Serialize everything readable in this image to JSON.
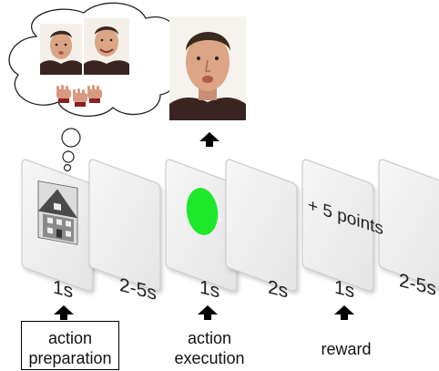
{
  "timeline": {
    "durations": [
      "1s",
      "2-5s",
      "1s",
      "2s",
      "1s",
      "2-5s"
    ]
  },
  "card_text": {
    "reward": "+ 5 points"
  },
  "captions": {
    "preparation_line1": "action",
    "preparation_line2": "preparation",
    "execution_line1": "action",
    "execution_line2": "execution",
    "reward": "reward"
  },
  "colors": {
    "go_circle": "#1ee82a",
    "card_fill": "#f2f2f2",
    "card_edge": "#c8c8c8",
    "arrow": "#000000"
  },
  "icons": {
    "arrow": "up-arrow-icon",
    "thought": "thought-bubble-icon",
    "hands": "hand-gesture-icon",
    "faces": "face-photo-icon",
    "house": "house-photo-icon"
  }
}
